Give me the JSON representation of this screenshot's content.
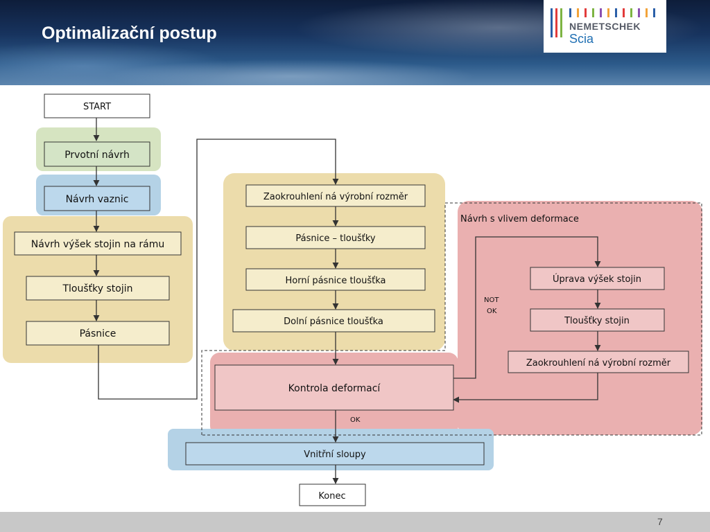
{
  "slide": {
    "title": "Optimalizační postup",
    "page_number": "7"
  },
  "logo": {
    "brand": "NEMETSCHEK",
    "product": "Scia"
  },
  "colors": {
    "green_group": "#d6e4c1",
    "blue_group": "#b4d2e6",
    "tan_group": "#ecdcab",
    "red_group": "#eab0b0",
    "box_fill_yellow": "#f5edcc",
    "box_fill_green": "#d4e4c6",
    "box_fill_blue": "#bcd8ec",
    "box_fill_red": "#f0c6c6"
  },
  "diagram": {
    "start": "START",
    "prvotni_navrh": "Prvotní návrh",
    "navrh_vaznic": "Návrh vaznic",
    "navrh_vysek": "Návrh výšek stojin na rámu",
    "tloustky_stojin_1": "Tloušťky stojin",
    "pasnice": "Pásnice",
    "zaokrouhleni_1": "Zaokrouhlení ná výrobní rozměr",
    "pasnice_tloustky": "Pásnice – tloušťky",
    "horni_pasnice": "Horní pásnice tloušťka",
    "dolni_pasnice": "Dolní pásnice tloušťka",
    "kontrola_deformaci": "Kontrola deformací",
    "deformation_group_title": "Návrh s vlivem deformace",
    "uprava_vysek": "Úprava výšek stojin",
    "tloustky_stojin_2": "Tloušťky stojin",
    "zaokrouhleni_2": "Zaokrouhlení ná výrobní rozměr",
    "not_ok_line1": "NOT",
    "not_ok_line2": "OK",
    "ok_label": "OK",
    "vnitrni_sloupy": "Vnitřní sloupy",
    "konec": "Konec"
  }
}
